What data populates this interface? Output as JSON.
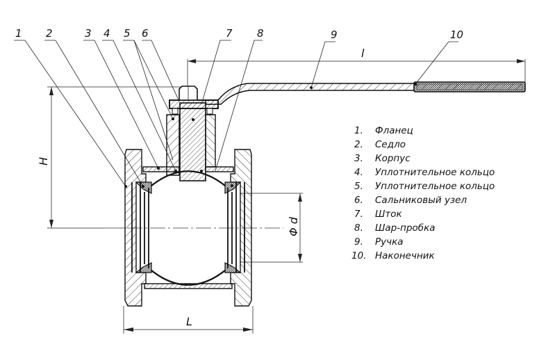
{
  "title": "Ball valve sectional drawing",
  "callouts": [
    {
      "num": "1"
    },
    {
      "num": "2"
    },
    {
      "num": "3"
    },
    {
      "num": "4"
    },
    {
      "num": "5"
    },
    {
      "num": "6"
    },
    {
      "num": "7"
    },
    {
      "num": "8"
    },
    {
      "num": "9"
    },
    {
      "num": "10"
    }
  ],
  "dimensions": {
    "handle_length": "l",
    "height": "H",
    "bore_diameter": "Φ d",
    "body_length": "L"
  },
  "legend": [
    {
      "num": "1.",
      "name": "Фланец"
    },
    {
      "num": "2.",
      "name": "Седло"
    },
    {
      "num": "3.",
      "name": "Корпус"
    },
    {
      "num": "4.",
      "name": "Уплотнительное кольцо"
    },
    {
      "num": "5.",
      "name": "Уплотнительное кольцо"
    },
    {
      "num": "6.",
      "name": "Сальниковый узел"
    },
    {
      "num": "7.",
      "name": "Шток"
    },
    {
      "num": "8.",
      "name": "Шар-пробка"
    },
    {
      "num": "9.",
      "name": "Ручка"
    },
    {
      "num": "10.",
      "name": "Наконечник"
    }
  ]
}
